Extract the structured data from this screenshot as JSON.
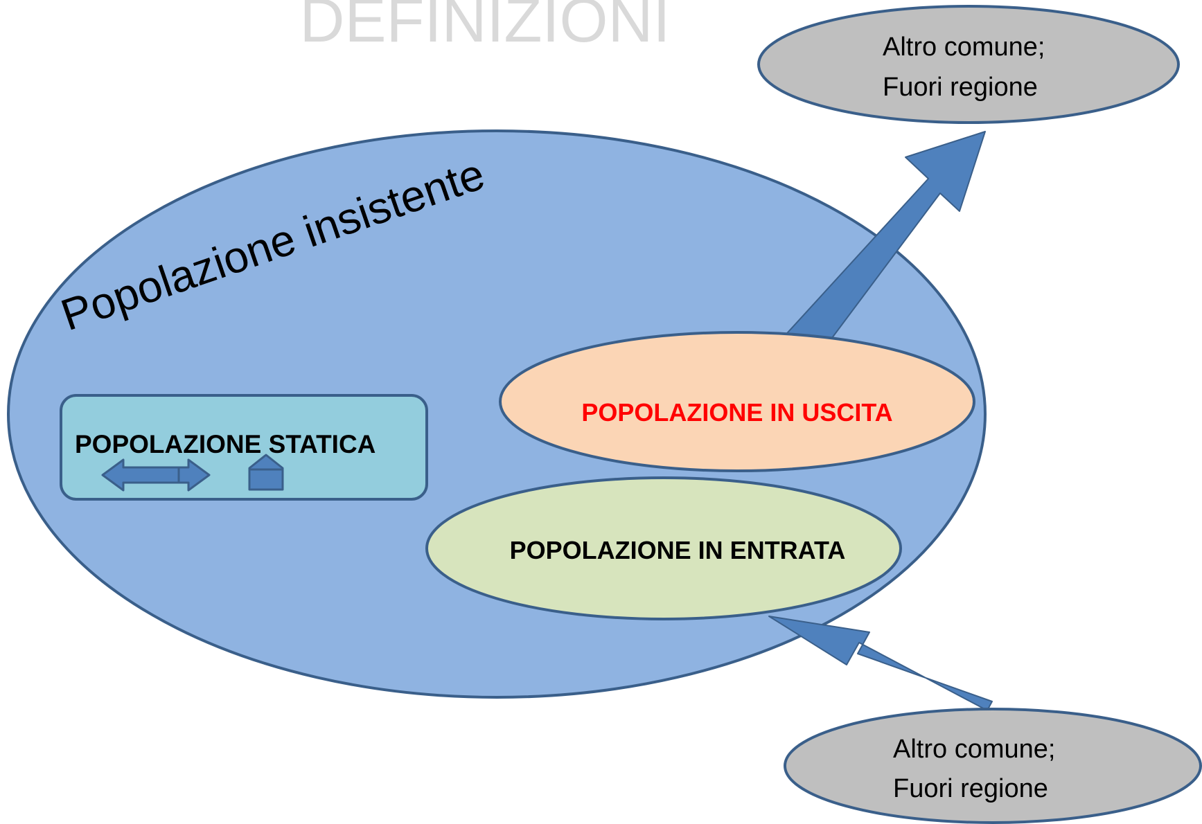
{
  "page": {
    "title": "DEFINIZIONI"
  },
  "diagram": {
    "main_region": {
      "label": "Popolazione insistente"
    },
    "static_box": {
      "label": "POPOLAZIONE STATICA"
    },
    "outgoing": {
      "label": "POPOLAZIONE IN USCITA"
    },
    "incoming": {
      "label": "POPOLAZIONE IN ENTRATA"
    },
    "destination_top": {
      "line1": "Altro comune;",
      "line2": "Fuori regione"
    },
    "origin_bottom": {
      "line1": "Altro comune;",
      "line2": "Fuori regione"
    }
  },
  "colors": {
    "main_fill": "#8fb3e1",
    "outline": "#3a5f8a",
    "static_fill": "#93cddd",
    "outgoing_fill": "#fbd5b5",
    "outgoing_text": "#ff0000",
    "incoming_fill": "#d7e4bd",
    "external_fill": "#bfbfbf",
    "arrow_fill": "#4f81bd",
    "title_color": "#d9d9d9"
  },
  "icons": {
    "static_left_right": "double-arrow-icon",
    "static_home": "house-icon"
  }
}
